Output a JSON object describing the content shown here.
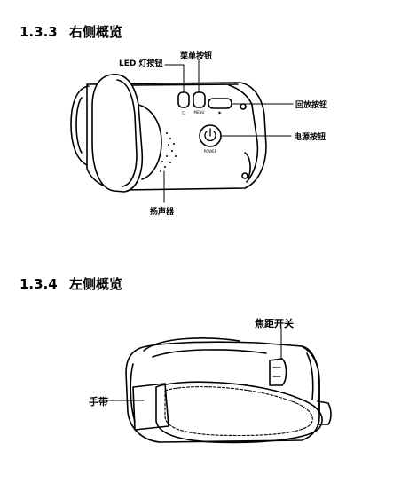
{
  "section_right": {
    "number": "1.3.3",
    "title": "右侧概览",
    "labels": {
      "led_button": "LED 灯按钮",
      "menu_button": "菜单按钮",
      "playback_button": "回放按钮",
      "power_button": "电源按钮",
      "speaker": "扬声器"
    },
    "device_marks": {
      "menu": "MENU",
      "power": "POWER"
    }
  },
  "section_left": {
    "number": "1.3.4",
    "title": "左侧概览",
    "labels": {
      "zoom_switch": "焦距开关",
      "hand_strap": "手带"
    }
  }
}
